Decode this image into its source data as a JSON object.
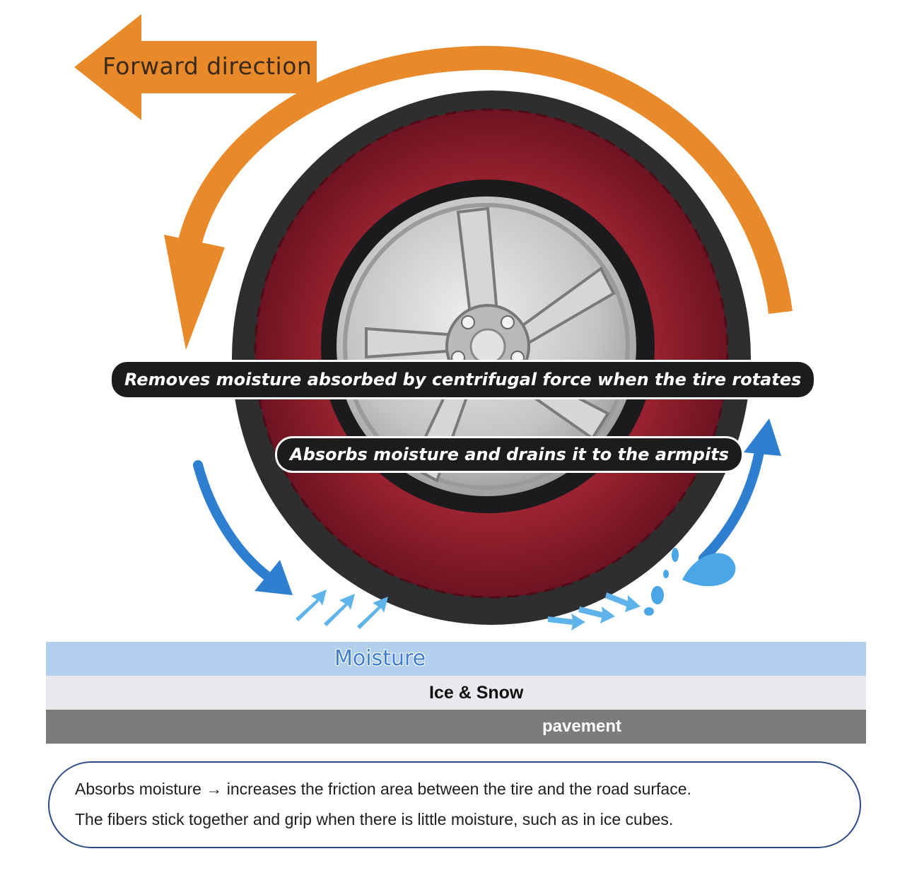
{
  "labels": {
    "forward_direction": "Forward direction",
    "centrifugal_callout": "Removes moisture absorbed by centrifugal force when the tire rotates",
    "drain_callout": "Absorbs moisture and drains it to the armpits"
  },
  "layers": {
    "moisture": "Moisture",
    "ice_snow": "Ice & Snow",
    "pavement": "pavement"
  },
  "note": {
    "line1": "Absorbs moisture → increases the friction area between the tire and the road surface.",
    "line2": "The fibers stick together and grip when there is little moisture, such as in ice cubes."
  },
  "colors": {
    "rotation_arrow": "#e8892a",
    "water_arrow": "#2f7fd1",
    "tire_sock": "#8e1b28",
    "tire_band": "#2e2e30",
    "moisture_layer": "#b2cfee",
    "ice_layer": "#e8e9ec",
    "pavement_layer": "#7c7c7c",
    "note_border": "#2c4b86"
  }
}
